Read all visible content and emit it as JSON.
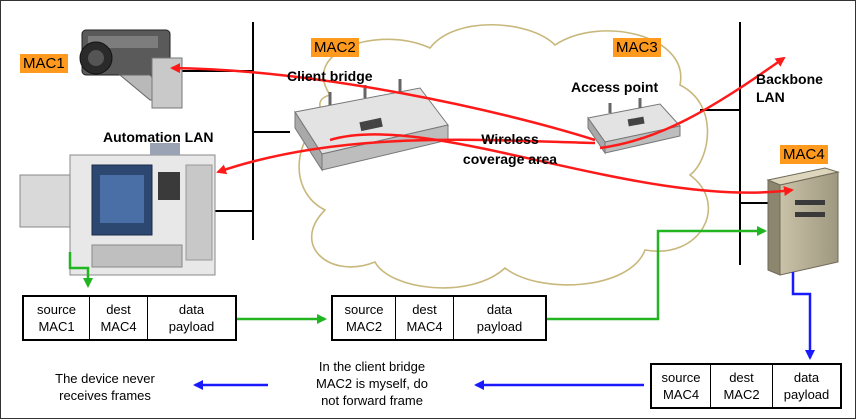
{
  "devices": {
    "mac1": "MAC1",
    "mac2": "MAC2",
    "mac3": "MAC3",
    "mac4": "MAC4"
  },
  "labels": {
    "client_bridge": "Client bridge",
    "access_point": "Access point",
    "backbone_line1": "Backbone",
    "backbone_line2": "LAN",
    "automation_lan": "Automation LAN",
    "wireless_line1": "Wireless",
    "wireless_line2": "coverage area"
  },
  "frames": {
    "frame1": {
      "c1a": "source",
      "c1b": "MAC1",
      "c2a": "dest",
      "c2b": "MAC4",
      "c3a": "data",
      "c3b": "payload"
    },
    "frame2": {
      "c1a": "source",
      "c1b": "MAC2",
      "c2a": "dest",
      "c2b": "MAC4",
      "c3a": "data",
      "c3b": "payload"
    },
    "frame3": {
      "c1a": "source",
      "c1b": "MAC4",
      "c2a": "dest",
      "c2b": "MAC2",
      "c3a": "data",
      "c3b": "payload"
    }
  },
  "notes": {
    "bridge_line1": "In the client bridge",
    "bridge_line2": "MAC2 is myself, do",
    "bridge_line3": "not forward frame",
    "device_line1": "The device never",
    "device_line2": "receives frames"
  },
  "colors": {
    "wireless_arrows": "#ff1a1a",
    "outbound_path": "#22b522",
    "return_path": "#1a1aff",
    "mac_tag": "#ff9a1f"
  }
}
